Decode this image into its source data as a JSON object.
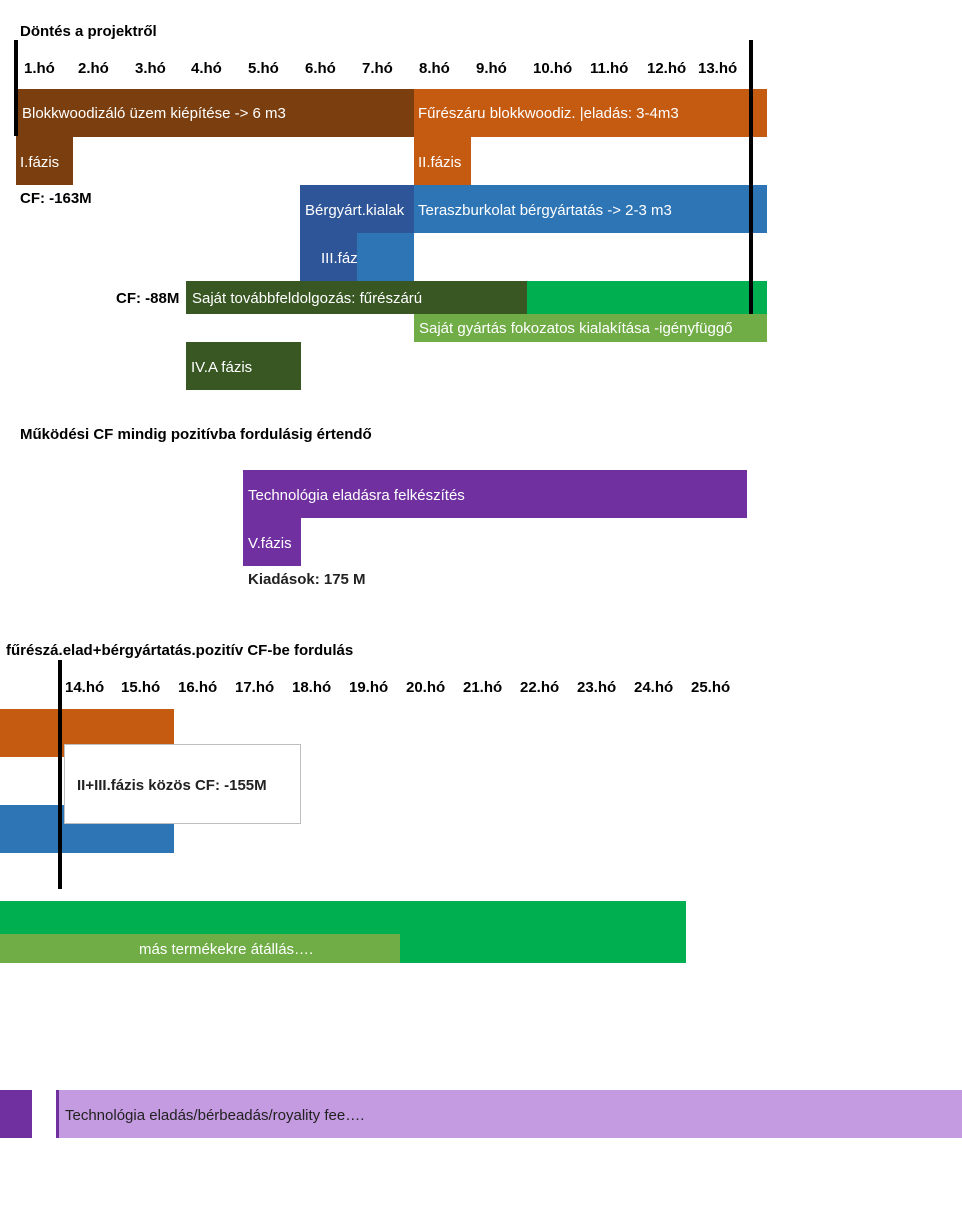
{
  "section1": {
    "title": "Döntés a projektről",
    "months": [
      "1.hó",
      "2.hó",
      "3.hó",
      "4.hó",
      "5.hó",
      "6.hó",
      "7.hó",
      "8.hó",
      "9.hó",
      "10.hó",
      "11.hó",
      "12.hó",
      "13.hó"
    ],
    "bar_blokk": "Blokkwoodizáló üzem kiépítése  -> 6 m3",
    "bar_fureszaru": "Fűrészáru blokkwoodiz.  |eladás: 3-4m3",
    "phase1": "I.fázis",
    "phase2": "II.fázis",
    "cf1": "CF: -163M",
    "bar_bergyart_kialak": "Bérgyárt.kialak",
    "bar_terasz": "Teraszburkolat bérgyártatás -> 2-3 m3",
    "phase3": "III.fázis",
    "cf2": "CF: -88M",
    "bar_sajat_tovabb": "Saját továbbfeldolgozás: fűrészárú",
    "bar_sajat_gyartas": "Saját gyártás fokozatos kialakítása  -igényfüggő",
    "phase4a": "IV.A fázis",
    "note": "Működési CF mindig pozitívba fordulásig értendő",
    "bar_technologia": "Technológia eladásra felkészítés",
    "phase5": "V.fázis",
    "kiadasok": "Kiadások: 175 M"
  },
  "section2": {
    "title": "fűrészá.elad+bérgyártatás.pozitív CF-be fordulás",
    "months": [
      "14.hó",
      "15.hó",
      "16.hó",
      "17.hó",
      "18.hó",
      "19.hó",
      "20.hó",
      "21.hó",
      "22.hó",
      "23.hó",
      "24.hó",
      "25.hó"
    ],
    "callout": "II+III.fázis közös CF: -155M",
    "bar_mas_termek": "más termékekre átállás….",
    "bar_tech_eladas": "Technológia eladás/bérbeadás/royality fee…."
  },
  "colors": {
    "brown": "#7b3f0f",
    "orange": "#c55a11",
    "dark_blue": "#2e5597",
    "blue": "#2e75b6",
    "dark_green": "#385723",
    "green": "#00b050",
    "light_green": "#70ad47",
    "purple": "#7030a0",
    "light_purple": "#c49ae0"
  }
}
